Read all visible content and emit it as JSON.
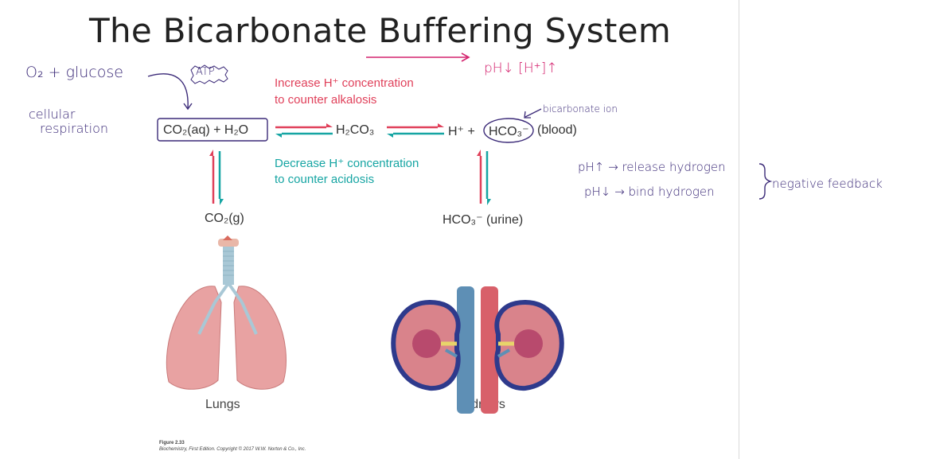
{
  "title": "The Bicarbonate Buffering System",
  "annotations": {
    "o2_glucose": "O₂ + glucose",
    "atp": "ATP",
    "cellular": "cellular",
    "respiration": "respiration",
    "ph_down_h_up": "pH↓ [H⁺]↑",
    "bicarbonate_ion": "bicarbonate ion",
    "ph_up_release": "pH↑ → release hydrogen",
    "ph_down_bind": "pH↓ → bind hydrogen",
    "negative_feedback": "negative feedback"
  },
  "equation": {
    "co2aq_h2o": "CO₂(aq) + H₂O",
    "h2co3": "H₂CO₃",
    "h_plus": "H⁺ +",
    "hco3": "HCO₃⁻",
    "blood": "(blood)",
    "co2g": "CO₂(g)",
    "hco3_urine": "HCO₃⁻ (urine)"
  },
  "increase_text": [
    "Increase H⁺ concentration",
    "to counter alkalosis"
  ],
  "decrease_text": [
    "Decrease H⁺ concentration",
    "to counter acidosis"
  ],
  "organs": {
    "lungs": "Lungs",
    "kidneys": "Kidneys"
  },
  "figure_caption": {
    "label": "Figure 2.33",
    "credit": "Biochemistry, First Edition. Copyright © 2017 W.W. Norton & Co., Inc."
  },
  "colors": {
    "red": "#e0405a",
    "teal": "#16a5a3",
    "purple_ink": "#3b2a78",
    "pink_ink": "#d4246f"
  }
}
